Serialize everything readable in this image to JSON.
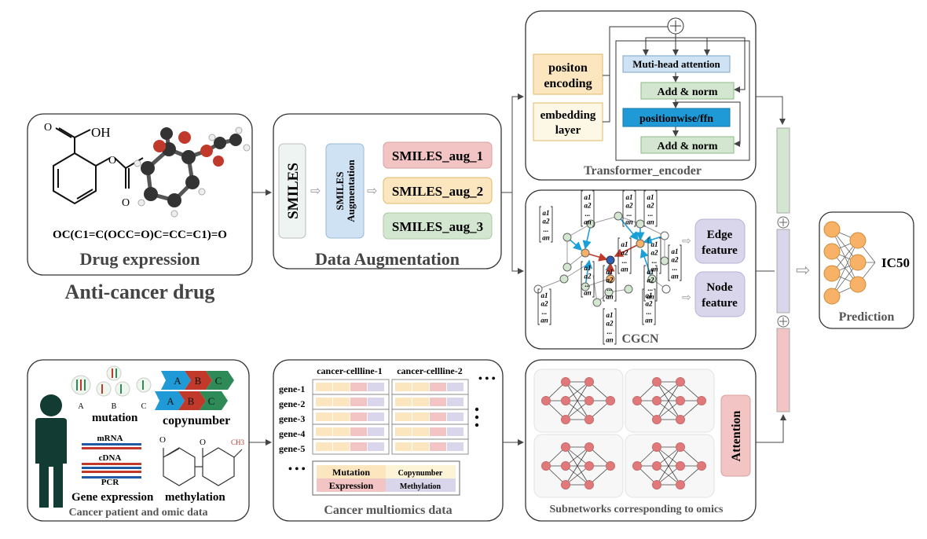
{
  "drug_panel": {
    "smiles_formula": "OC(C1=C(OCC=O)C=CC=C1)=O",
    "title": "Drug expression",
    "caption": "Anti-cancer drug",
    "oh_label": "OH"
  },
  "augmentation_panel": {
    "smiles_label": "SMILES",
    "augment_label_1": "SMILES",
    "augment_label_2": "Augmentation",
    "aug_items": [
      "SMILES_aug_1",
      "SMILES_aug_2",
      "SMILES_aug_3"
    ],
    "title": "Data Augmentation"
  },
  "transformer_panel": {
    "position_label_1": "positon",
    "position_label_2": "encoding",
    "embedding_label_1": "embedding",
    "embedding_label_2": "layer",
    "mha_label": "Muti-head attention",
    "addnorm_label": "Add & norm",
    "ffn_label": "positionwise/ffn",
    "title": "Transformer_encoder"
  },
  "cgcn_panel": {
    "edge_label_1": "Edge",
    "edge_label_2": "feature",
    "node_label_1": "Node",
    "node_label_2": "feature",
    "title": "CGCN",
    "vec_a1": "a1",
    "vec_a2": "a2",
    "vec_dots": "...",
    "vec_an": "an"
  },
  "prediction_panel": {
    "ic50_label": "IC50",
    "title": "Prediction"
  },
  "omics_panel": {
    "mutation_label": "mutation",
    "abc_labels": [
      "A",
      "B",
      "C"
    ],
    "copynumber_label": "copynumber",
    "mrna_label": "mRNA",
    "cdna_label": "cDNA",
    "pcr_label": "PCR",
    "gene_expression_label": "Gene expression",
    "methylation_label": "methylation",
    "ch3_label": "CH3",
    "title": "Cancer patient and omic data"
  },
  "multiomics_panel": {
    "column_headers": [
      "cancer-cellline-1",
      "cancer-cellline-2"
    ],
    "gene_rows": [
      "gene-1",
      "gene-2",
      "gene-3",
      "gene-4",
      "gene-5"
    ],
    "ellipsis": "• • •",
    "legend": {
      "mutation": "Mutation",
      "copynumber": "Copynumber",
      "expression": "Expression",
      "methylation": "Methylation"
    },
    "title": "Cancer multiomics data"
  },
  "subnetwork_panel": {
    "attention_label": "Attention",
    "title": "Subnetworks corresponding to omics"
  },
  "colors": {
    "red_box": "#f2c4c4",
    "yellow_box": "#fbe6bf",
    "green_box": "#d3e7d0",
    "blue_box": "#cfe2f3",
    "purple_box": "#d9d5ea",
    "ffn_blue": "#1f9ad6",
    "node_pink": "#e07a7a",
    "node_orange": "#f7b267"
  }
}
